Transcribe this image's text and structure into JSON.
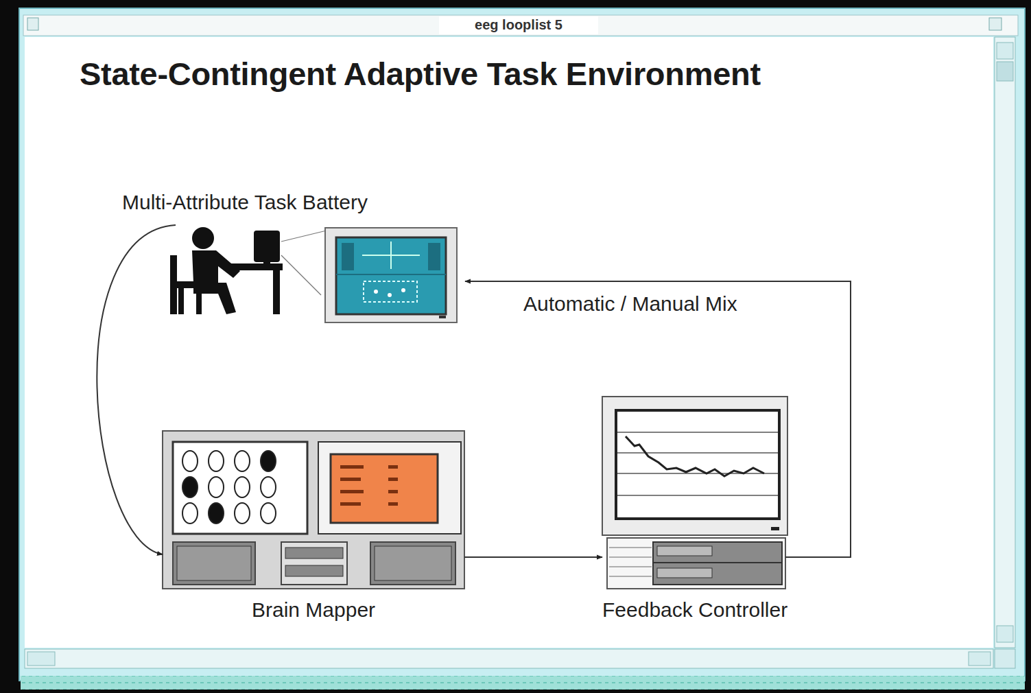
{
  "diagram": {
    "title": "State-Contingent Adaptive Task Environment",
    "nodes": [
      {
        "text": [
          "Multi-Attribute Task Battery"
        ]
      },
      {
        "text": [
          "Brain Mapper"
        ]
      },
      {
        "text": [
          "Feedback Controller"
        ]
      }
    ],
    "edges": [
      {
        "from": 0,
        "to": 1,
        "arrow": "to"
      },
      {
        "from": 1,
        "to": 2,
        "arrow": "to"
      },
      {
        "from": 2,
        "to": 0,
        "label": "Automatic / Manual Mix",
        "arrow": "to"
      }
    ],
    "labels": [
      "eeg looplist 5"
    ]
  }
}
